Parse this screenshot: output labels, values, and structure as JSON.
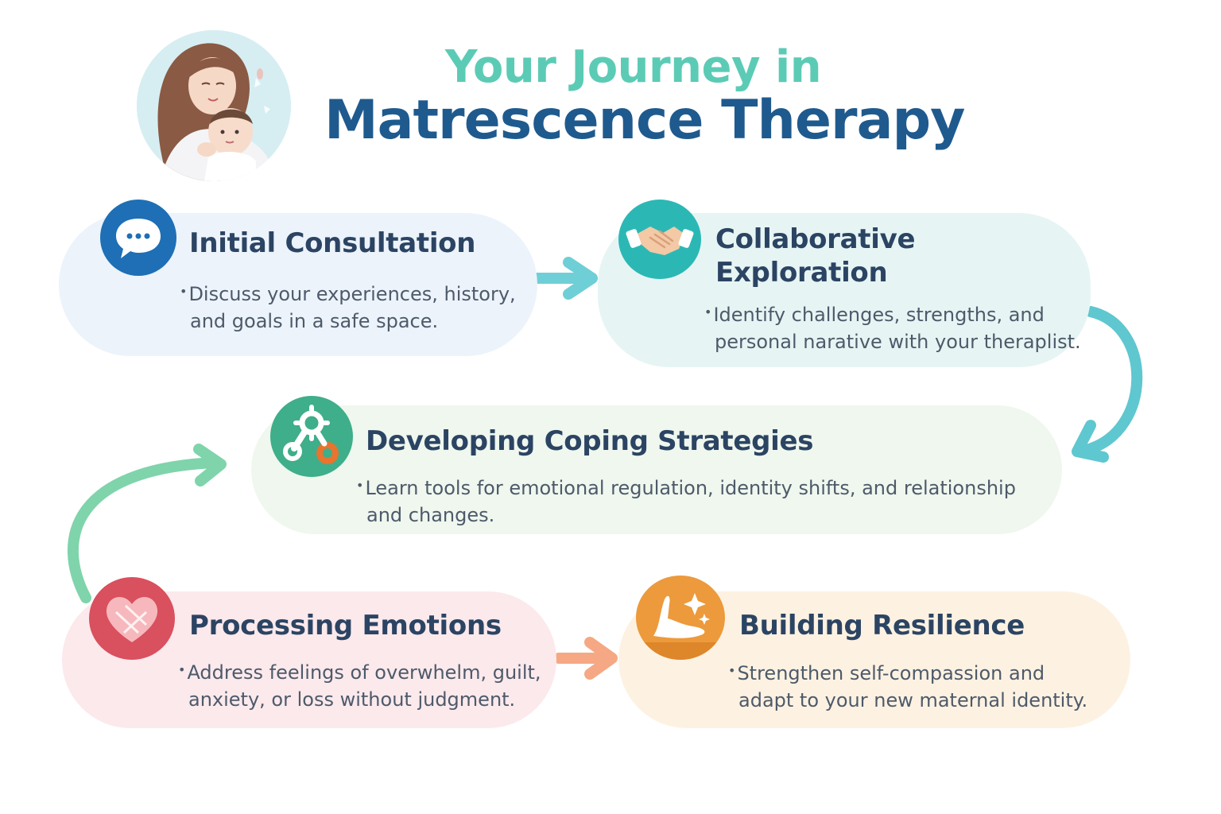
{
  "header": {
    "title_line1": "Your Journey in",
    "title_line2": "Matrescence Therapy"
  },
  "steps": [
    {
      "title": "Initial Consultation",
      "desc_lines": [
        "Discuss your experiences, history,",
        "and goals in a safe space."
      ],
      "icon": "chat-bubble-icon",
      "color": "#1e6fb5"
    },
    {
      "title_lines": [
        "Collaborative",
        "Exploration"
      ],
      "desc_lines": [
        "Identify challenges, strengths, and",
        "personal narative with your theraplist."
      ],
      "icon": "handshake-icon",
      "color": "#2bb8b5"
    },
    {
      "title": "Developing Coping Strategies",
      "desc_lines": [
        "Learn tools for emotional regulation, identity shifts, and relationship",
        "and changes."
      ],
      "icon": "gears-icon",
      "color": "#3fae8a"
    },
    {
      "title": "Processing Emotions",
      "desc_lines": [
        "Address feelings of overwhelm, guilt,",
        "anxiety, or loss without judgment."
      ],
      "icon": "heart-icon",
      "color": "#d9505e"
    },
    {
      "title": "Building Resilience",
      "desc_lines": [
        "Strengthen self-compassion and",
        "adapt to your new maternal identity."
      ],
      "icon": "hand-sparkle-icon",
      "color": "#ec9a3c"
    }
  ],
  "bullet": "•",
  "colors": {
    "title_teal": "#5ccbb5",
    "title_navy": "#1f5a8e",
    "arrow_teal": "#6fcfd6",
    "arrow_green": "#7fd4ab",
    "arrow_orange": "#f5a883"
  }
}
